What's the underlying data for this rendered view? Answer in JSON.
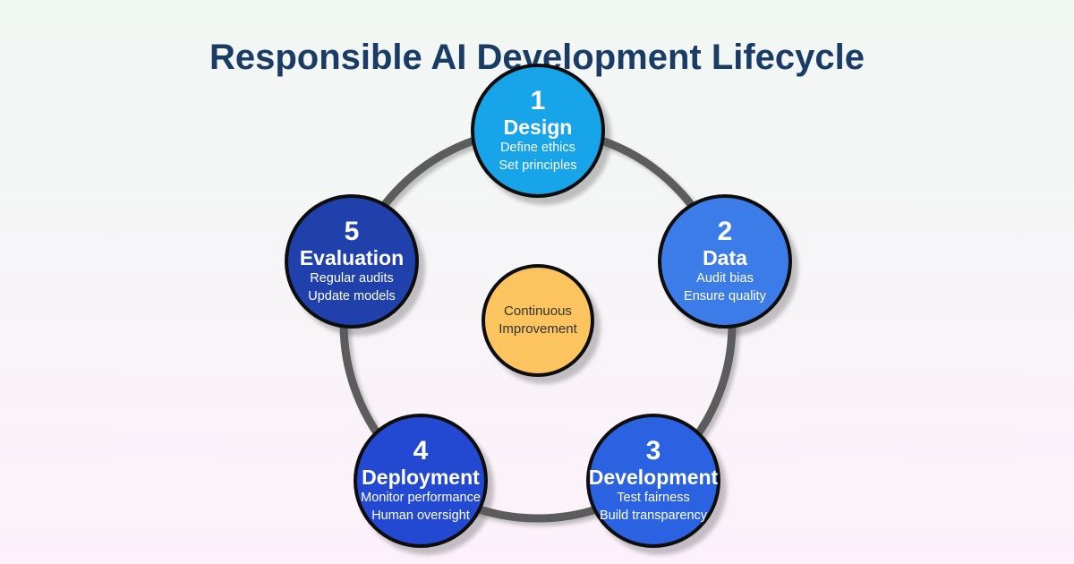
{
  "title": "Responsible AI Development Lifecycle",
  "center": {
    "label": "Continuous Improvement",
    "color": "#FCC45F",
    "text_color": "#333333"
  },
  "stages": [
    {
      "number": "1",
      "name": "Design",
      "details": [
        "Define ethics",
        "Set principles"
      ],
      "color": "#18A4E8"
    },
    {
      "number": "2",
      "name": "Data",
      "details": [
        "Audit bias",
        "Ensure quality"
      ],
      "color": "#3C7CE8"
    },
    {
      "number": "3",
      "name": "Development",
      "details": [
        "Test fairness",
        "Build transparency"
      ],
      "color": "#2A62E2"
    },
    {
      "number": "4",
      "name": "Deployment",
      "details": [
        "Monitor performance",
        "Human oversight"
      ],
      "color": "#2349D3"
    },
    {
      "number": "5",
      "name": "Evaluation",
      "details": [
        "Regular audits",
        "Update models"
      ],
      "color": "#2041AB"
    }
  ],
  "colors": {
    "background_top": "#F1F7F3",
    "background_bottom": "#FDF1FB",
    "ring": "#5C5C5C",
    "title": "#1A3C64",
    "circle_border": "#0d0d0d"
  }
}
